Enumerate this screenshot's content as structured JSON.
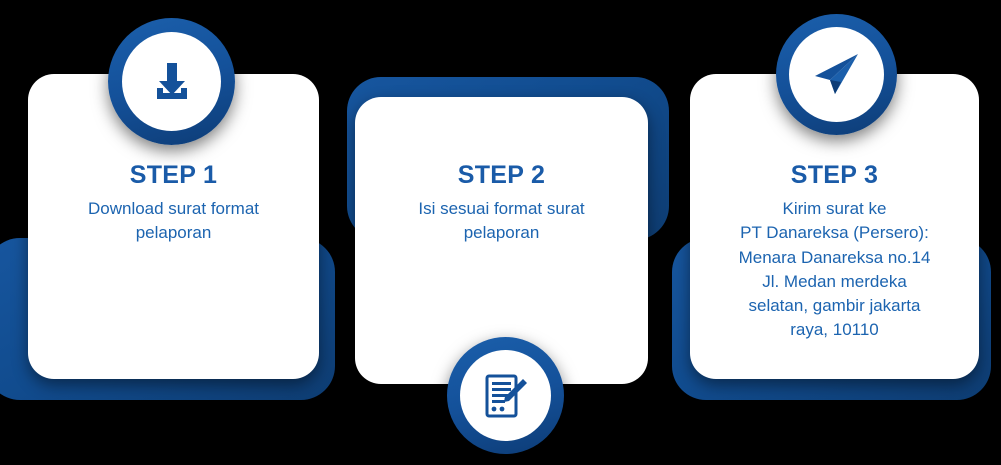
{
  "theme": {
    "background": "#000000",
    "card_bg": "#FFFFFF",
    "backing_blue": "#14519A",
    "badge_blue": "#14519A",
    "title_color": "#1A5BA8",
    "text_color": "#1C64B0"
  },
  "steps": [
    {
      "id": "step-1",
      "icon": "download-icon",
      "title": "STEP 1",
      "description": "Download surat format\npelaporan"
    },
    {
      "id": "step-2",
      "icon": "document-pencil-icon",
      "title": "STEP 2",
      "description": "Isi sesuai format surat\npelaporan"
    },
    {
      "id": "step-3",
      "icon": "send-paper-plane-icon",
      "title": "STEP 3",
      "description": "Kirim surat ke\nPT Danareksa (Persero):\nMenara Danareksa no.14\nJl. Medan merdeka\nselatan, gambir jakarta\nraya, 10110"
    }
  ]
}
